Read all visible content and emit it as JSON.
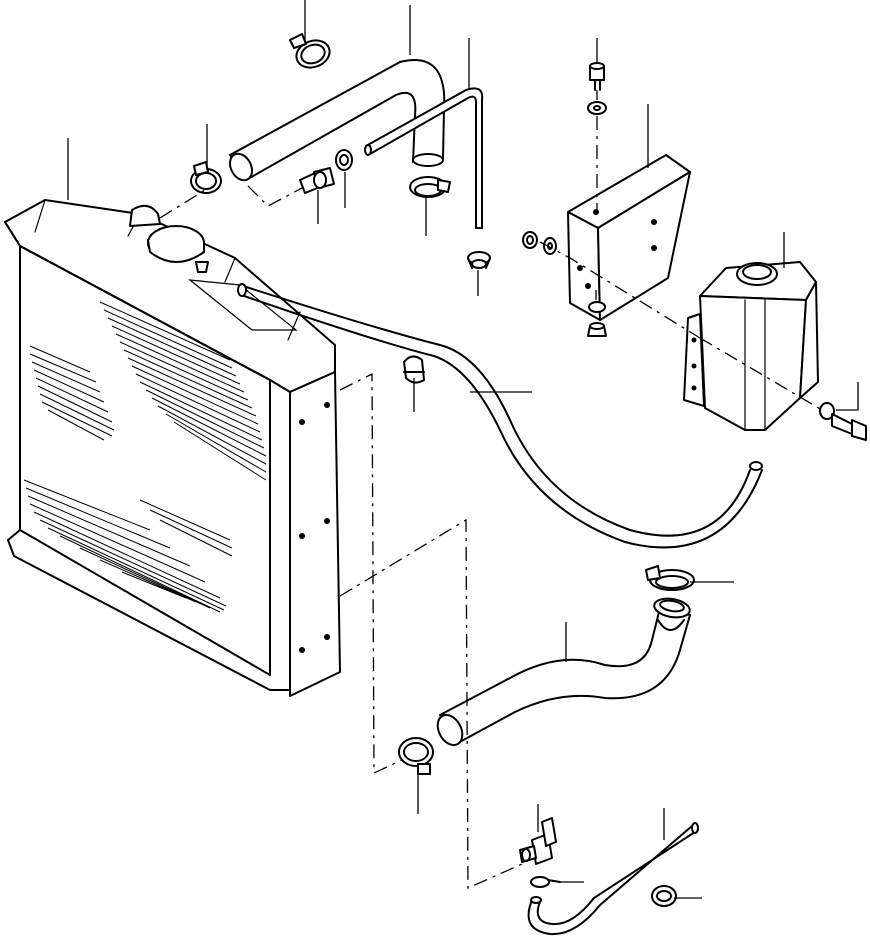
{
  "diagram": {
    "line_color": "#000000",
    "background": "#ffffff",
    "parts": [
      {
        "id": "radiator",
        "icon": "radiator-core-icon"
      },
      {
        "id": "radiator-cap",
        "icon": "pressure-cap-icon"
      },
      {
        "id": "upper-hose",
        "icon": "bent-hose-icon"
      },
      {
        "id": "upper-hose-clamp-rad",
        "icon": "hose-clamp-icon"
      },
      {
        "id": "upper-hose-clamp-eng",
        "icon": "hose-clamp-icon"
      },
      {
        "id": "upper-hose-clamp-top",
        "icon": "hose-clamp-icon"
      },
      {
        "id": "vent-tube",
        "icon": "tube-icon"
      },
      {
        "id": "tube-clip",
        "icon": "clip-icon"
      },
      {
        "id": "banjo-fitting",
        "icon": "fitting-icon"
      },
      {
        "id": "gasket-ring",
        "icon": "washer-icon"
      },
      {
        "id": "overflow-hose",
        "icon": "hose-icon"
      },
      {
        "id": "hose-clip",
        "icon": "clip-icon"
      },
      {
        "id": "mounting-bracket",
        "icon": "bracket-icon"
      },
      {
        "id": "bracket-bolt",
        "icon": "bolt-icon"
      },
      {
        "id": "bracket-washer",
        "icon": "washer-icon"
      },
      {
        "id": "bracket-nut",
        "icon": "nut-icon"
      },
      {
        "id": "reservoir-tank",
        "icon": "reservoir-icon"
      },
      {
        "id": "tank-bolt",
        "icon": "bolt-icon"
      },
      {
        "id": "lower-hose",
        "icon": "bent-hose-icon"
      },
      {
        "id": "lower-hose-clamp-top",
        "icon": "hose-clamp-icon"
      },
      {
        "id": "lower-hose-clamp-bottom",
        "icon": "hose-clamp-icon"
      },
      {
        "id": "drain-cock",
        "icon": "drain-valve-icon"
      },
      {
        "id": "drain-clip",
        "icon": "clip-icon"
      },
      {
        "id": "drain-tube",
        "icon": "tube-icon"
      },
      {
        "id": "drain-tube-clip",
        "icon": "clip-icon"
      }
    ]
  }
}
